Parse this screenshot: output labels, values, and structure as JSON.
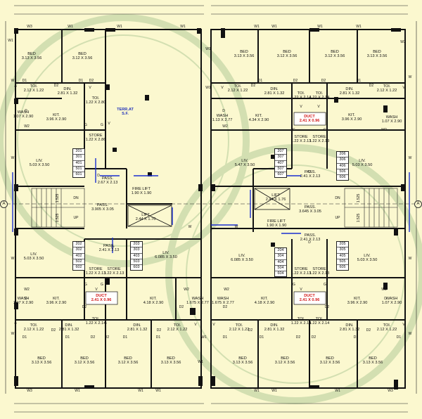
{
  "rooms": [
    {
      "id": "bed-1",
      "name": "BED",
      "dim": "3.13 X 3.56"
    },
    {
      "id": "bed-2",
      "name": "BED",
      "dim": "3.12 X 3.56"
    },
    {
      "id": "bed-3",
      "name": "BED",
      "dim": "3.13 X 3.56"
    },
    {
      "id": "bed-4",
      "name": "BED",
      "dim": "3.12 X 3.56"
    },
    {
      "id": "bed-5",
      "name": "BED",
      "dim": "3.12 X 3.56"
    },
    {
      "id": "bed-6",
      "name": "BED",
      "dim": "3.13 X 3.56"
    },
    {
      "id": "toi-1",
      "name": "TOI.",
      "dim": "2.12 X 1.22"
    },
    {
      "id": "din-1",
      "name": "DIN.",
      "dim": "2.81 X 1.32"
    },
    {
      "id": "toi-2",
      "name": "TOI.",
      "dim": "1.22 X 2.80"
    },
    {
      "id": "toi-3",
      "name": "TOI.",
      "dim": "2.12 X 1.22"
    },
    {
      "id": "din-2",
      "name": "DIN.",
      "dim": "2.81 X 1.32"
    },
    {
      "id": "toi-4",
      "name": "TOI.",
      "dim": "1.22 X 2.14"
    },
    {
      "id": "toi-5",
      "name": "TOI.",
      "dim": "1.22 X 2.14"
    },
    {
      "id": "din-3",
      "name": "DIN.",
      "dim": "2.81 X 1.32"
    },
    {
      "id": "toi-6",
      "name": "TOI.",
      "dim": "2.12 X 1.22"
    },
    {
      "id": "wash-1",
      "name": "WASH",
      "dim": "1.07 X 2.90"
    },
    {
      "id": "kit-1",
      "name": "KIT.",
      "dim": "3.96 X 2.90"
    },
    {
      "id": "wash-2",
      "name": "WASH",
      "dim": "1.13 X 2.77"
    },
    {
      "id": "kit-2",
      "name": "KIT.",
      "dim": "4.34 X 2.90"
    },
    {
      "id": "kit-3",
      "name": "KIT.",
      "dim": "3.96 X 2.90"
    },
    {
      "id": "wash-3",
      "name": "WASH",
      "dim": "1.07 X 2.90"
    },
    {
      "id": "store-1",
      "name": "STORE",
      "dim": "1.22 X 2.86"
    },
    {
      "id": "store-2",
      "name": "STORE",
      "dim": "1.22 X 2.13"
    },
    {
      "id": "store-3",
      "name": "STORE",
      "dim": "1.22 X 2.13"
    },
    {
      "id": "liv-1",
      "name": "LIV.",
      "dim": "5.03 X 3.50"
    },
    {
      "id": "liv-2",
      "name": "LIV.",
      "dim": "5.47 X 3.50"
    },
    {
      "id": "liv-3",
      "name": "LIV.",
      "dim": "5.03 X 3.50"
    },
    {
      "id": "pass-1",
      "name": "PASS.",
      "dim": "2.67 X 2.13"
    },
    {
      "id": "pass-2",
      "name": "PASS.",
      "dim": "3.905 X 3.05"
    },
    {
      "id": "pass-3",
      "name": "PASS.",
      "dim": "2.41 X 2.13"
    },
    {
      "id": "pass-4",
      "name": "PASS.",
      "dim": "3.645 X 3.05"
    },
    {
      "id": "fire-lift-1",
      "name": "FIRE LIFT",
      "dim": "1.90 X 1.90"
    },
    {
      "id": "lift-1",
      "name": "LIFT",
      "dim": "2.44 X 1.70"
    },
    {
      "id": "lift-2",
      "name": "LIFT",
      "dim": "2.44 X 1.76"
    },
    {
      "id": "fire-lift-2",
      "name": "FIRE LIFT",
      "dim": "1.90 X 1.90"
    },
    {
      "id": "pass-5",
      "name": "PASS.",
      "dim": "2.41 X 2.13"
    },
    {
      "id": "pass-6",
      "name": "PASS.",
      "dim": "2.41 X 2.13"
    },
    {
      "id": "liv-4",
      "name": "LIV.",
      "dim": "5.03 X 3.50"
    },
    {
      "id": "liv-5",
      "name": "LIV.",
      "dim": "6.085 X 3.50"
    },
    {
      "id": "liv-6",
      "name": "LIV.",
      "dim": "6.085 X 3.50"
    },
    {
      "id": "liv-7",
      "name": "LIV.",
      "dim": "5.03 X 3.50"
    },
    {
      "id": "store-4",
      "name": "STORE",
      "dim": "1.22 X 2.13"
    },
    {
      "id": "store-5",
      "name": "STORE",
      "dim": "1.22 X 2.13"
    },
    {
      "id": "store-6",
      "name": "STORE",
      "dim": "1.22 X 2.13"
    },
    {
      "id": "store-7",
      "name": "STORE",
      "dim": "1.22 X 2.13"
    },
    {
      "id": "wash-4",
      "name": "WASH",
      "dim": "1.07 X 2.90"
    },
    {
      "id": "kit-4",
      "name": "KIT.",
      "dim": "3.96 X 2.90"
    },
    {
      "id": "kit-5",
      "name": "KIT.",
      "dim": "4.18 X 2.90"
    },
    {
      "id": "wash-5",
      "name": "WASH",
      "dim": "1.675 X 2.77"
    },
    {
      "id": "wash-6",
      "name": "WASH",
      "dim": "1.675 X 2.77"
    },
    {
      "id": "kit-6",
      "name": "KIT.",
      "dim": "4.18 X 2.90"
    },
    {
      "id": "kit-7",
      "name": "KIT.",
      "dim": "3.96 X 2.90"
    },
    {
      "id": "wash-7",
      "name": "WASH",
      "dim": "1.07 X 2.90"
    },
    {
      "id": "toi-7",
      "name": "TOI.",
      "dim": "2.12 X 1.22"
    },
    {
      "id": "din-4",
      "name": "DIN.",
      "dim": "2.81 X 1.32"
    },
    {
      "id": "toi-8",
      "name": "TOI.",
      "dim": "1.22 X 2.14"
    },
    {
      "id": "din-5",
      "name": "DIN.",
      "dim": "2.81 X 1.32"
    },
    {
      "id": "toi-9",
      "name": "TOI.",
      "dim": "2.12 X 1.22"
    },
    {
      "id": "toi-10",
      "name": "TOI.",
      "dim": "2.12 X 1.22"
    },
    {
      "id": "din-6",
      "name": "DIN.",
      "dim": "2.81 X 1.32"
    },
    {
      "id": "toi-11",
      "name": "TOI.",
      "dim": "1.22 X 2.14"
    },
    {
      "id": "toi-12",
      "name": "TOI.",
      "dim": "1.22 X 2.14"
    },
    {
      "id": "din-7",
      "name": "DIN.",
      "dim": "2.81 X 1.32"
    },
    {
      "id": "toi-13",
      "name": "TOI.",
      "dim": "2.12 X 1.22"
    },
    {
      "id": "bed-7",
      "name": "BED",
      "dim": "3.13 X 3.56"
    },
    {
      "id": "bed-8",
      "name": "BED",
      "dim": "3.12 X 3.56"
    },
    {
      "id": "bed-9",
      "name": "BED",
      "dim": "3.12 X 3.56"
    },
    {
      "id": "bed-10",
      "name": "BED",
      "dim": "3.13 X 3.56"
    },
    {
      "id": "bed-11",
      "name": "BED",
      "dim": "3.13 X 3.56"
    },
    {
      "id": "bed-12",
      "name": "BED",
      "dim": "3.12 X 3.56"
    },
    {
      "id": "bed-13",
      "name": "BED",
      "dim": "3.12 X 3.56"
    },
    {
      "id": "bed-14",
      "name": "BED",
      "dim": "3.13 X 3.56"
    }
  ],
  "ducts": [
    {
      "name": "DUCT",
      "dim": "2.41 X 0.96"
    },
    {
      "name": "DUCT",
      "dim": "2.41 X 0.96"
    },
    {
      "name": "DUCT",
      "dim": "2.41 X 0.96"
    }
  ],
  "terrace": {
    "line1": "TERR.AT",
    "line2": "S.F."
  },
  "unit_numbers": [
    [
      "201",
      "301",
      "401",
      "501",
      "601"
    ],
    [
      "207",
      "307",
      "407",
      "507",
      "607"
    ],
    [
      "206",
      "306",
      "406",
      "506",
      "606"
    ],
    [
      "202",
      "302",
      "402",
      "502",
      "602"
    ],
    [
      "203",
      "303",
      "403",
      "503",
      "603"
    ],
    [
      "204",
      "304",
      "404",
      "504",
      "604"
    ],
    [
      "205",
      "305",
      "405",
      "505",
      "605"
    ]
  ],
  "stair": {
    "dn": "DN",
    "up": "UP",
    "riser": "1.525"
  },
  "axis_label": "A",
  "window_tags": {
    "w": "W",
    "w1": "W1",
    "w2": "W2",
    "w3": "W3",
    "d": "D",
    "d1": "D1",
    "d2": "D2",
    "v": "V",
    "g": "G"
  }
}
